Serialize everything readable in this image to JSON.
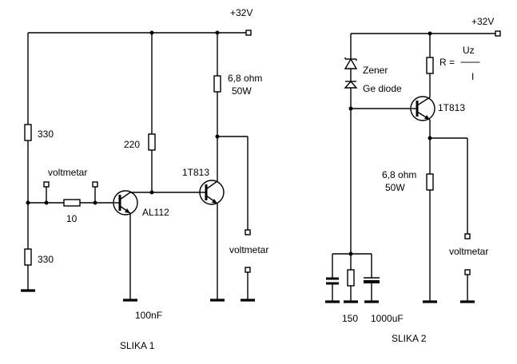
{
  "figure1": {
    "supply_label": "+32V",
    "r_top_label": "330",
    "r_bottom_label": "330",
    "r_mid_label": "220",
    "r_series_label": "10",
    "r_load_label": "6,8 ohm",
    "r_load_power": "50W",
    "transistor_small": "AL112",
    "transistor_power": "1T813",
    "voltmeter_left": "voltmetar",
    "voltmeter_right": "voltmetar",
    "cap_label": "100nF",
    "caption": "SLIKA 1"
  },
  "figure2": {
    "supply_label": "+32V",
    "zener_label": "Zener",
    "diode_label": "Ge diode",
    "formula_lhs": "R = ",
    "formula_num": "Uz",
    "formula_bar": "--------",
    "formula_den": "I",
    "transistor_power": "1T813",
    "r_load_label": "6,8 ohm",
    "r_load_power": "50W",
    "voltmeter": "voltmetar",
    "r_bottom_label": "150",
    "cap_label": "1000uF",
    "caption": "SLIKA 2"
  }
}
